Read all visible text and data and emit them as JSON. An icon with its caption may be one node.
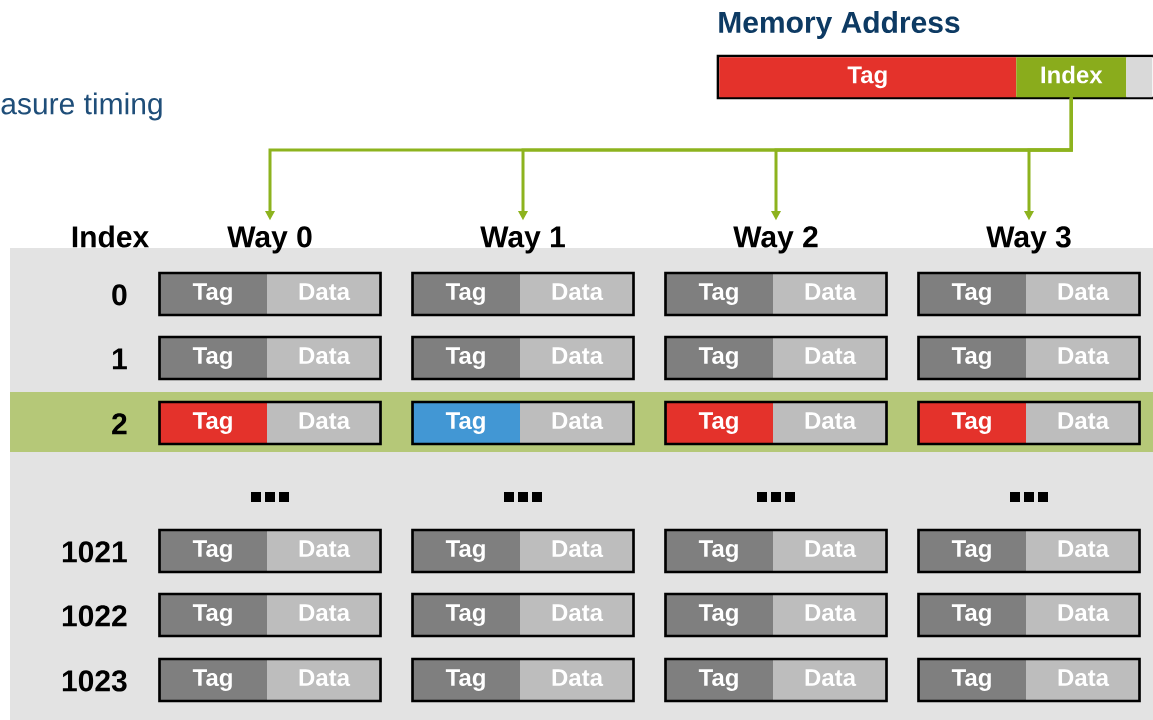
{
  "diagram": {
    "nodes": [
      {
        "text": [
          "Memory Address"
        ]
      },
      {
        "text": [
          "Tag"
        ],
        "in": 0
      },
      {
        "text": [
          "Index"
        ],
        "in": 0
      },
      {
        "text": [],
        "shape": "box",
        "in": 0
      },
      {
        "text": [
          "Way 0"
        ]
      },
      {
        "text": [
          "Way 1"
        ]
      },
      {
        "text": [
          "Way 2"
        ]
      },
      {
        "text": [
          "Way 3"
        ]
      },
      {
        "text": [
          "Tag",
          "Data"
        ]
      },
      {
        "text": [
          "Tag",
          "Data"
        ]
      },
      {
        "text": [
          "Tag",
          "Data"
        ]
      },
      {
        "text": [
          "Tag",
          "Data"
        ]
      },
      {
        "text": [
          "Tag",
          "Data"
        ]
      },
      {
        "text": [
          "Tag",
          "Data"
        ]
      },
      {
        "text": [
          "Tag",
          "Data"
        ]
      },
      {
        "text": [
          "Tag",
          "Data"
        ]
      },
      {
        "text": [
          "Tag",
          "Data"
        ]
      },
      {
        "text": [
          "Tag",
          "Data"
        ]
      },
      {
        "text": [
          "Tag",
          "Data"
        ]
      },
      {
        "text": [
          "Tag",
          "Data"
        ]
      },
      {
        "text": [
          "Tag",
          "Data"
        ]
      },
      {
        "text": [
          "Tag",
          "Data"
        ]
      },
      {
        "text": [
          "Tag",
          "Data"
        ]
      },
      {
        "text": [
          "Tag",
          "Data"
        ]
      },
      {
        "text": [
          "Tag",
          "Data"
        ]
      },
      {
        "text": [
          "Tag",
          "Data"
        ]
      },
      {
        "text": [
          "Tag",
          "Data"
        ]
      },
      {
        "text": [
          "Tag",
          "Data"
        ]
      },
      {
        "text": [
          "Tag",
          "Data"
        ]
      },
      {
        "text": [
          "Tag",
          "Data"
        ]
      },
      {
        "text": [
          "Tag",
          "Data"
        ]
      },
      {
        "text": [
          "Tag",
          "Data"
        ]
      }
    ],
    "edges": [
      {
        "from": 2,
        "to": 4,
        "arrow": "to"
      },
      {
        "from": 2,
        "to": 5,
        "arrow": "to"
      },
      {
        "from": 2,
        "to": 6,
        "arrow": "to"
      },
      {
        "from": 2,
        "to": 7,
        "arrow": "to"
      }
    ],
    "labels": [
      "asure timing",
      "Index",
      "0",
      "1",
      "2",
      "1021",
      "1022",
      "1023"
    ]
  }
}
